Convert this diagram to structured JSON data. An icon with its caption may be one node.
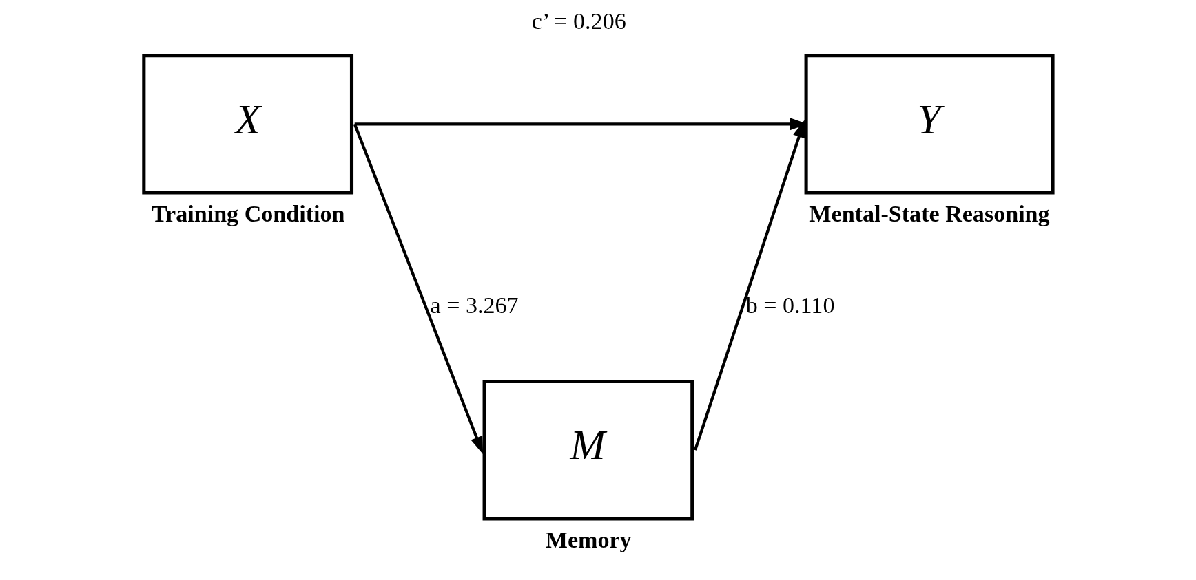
{
  "diagram": {
    "nodes": [
      {
        "text": [
          "X"
        ],
        "beside": [
          "Training Condition"
        ]
      },
      {
        "text": [
          "M"
        ],
        "beside": [
          "Memory"
        ]
      },
      {
        "text": [
          "Y"
        ],
        "beside": [
          "Mental-State Reasoning"
        ]
      }
    ],
    "edges": [
      {
        "from": 0,
        "to": 1,
        "arrow": "to",
        "label": "a = 3.267"
      },
      {
        "from": 1,
        "to": 2,
        "arrow": "to",
        "label": "b = 0.110"
      },
      {
        "from": 0,
        "to": 2,
        "arrow": "to",
        "label": "c’ = 0.206"
      }
    ]
  }
}
